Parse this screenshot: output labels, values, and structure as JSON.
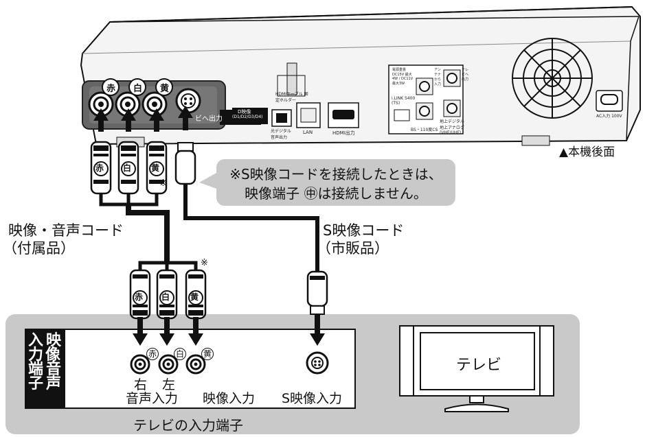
{
  "device": {
    "rear_panel_label": "▲本機後面",
    "port_tags": {
      "red": "赤",
      "white": "白",
      "yellow": "黄"
    },
    "s_video_out_label": "ビへ出力",
    "d_video_label": "D映像",
    "d_video_sub": "(D1/D2/D3/D4)",
    "hdmi_holder_label": "HDMIケーブル 固定ホルダー",
    "optical_label": "光デジタル 音声出力",
    "lan_label": "LAN",
    "hdmi_out_label": "HDMI出力",
    "ilink_label": "i.LINK S400 (TS)",
    "power_label": "電源重畳 DC15V 最大4W / DC11V 最大3W",
    "bs_label": "BS・110度CS",
    "terrestrial_label": "地上デジタル 地上アナログ (VHF/UHF)",
    "antenna_in_label": "アンテナから入力",
    "tv_out_label": "テレビへ出力",
    "ac_label": "AC入力 100V"
  },
  "callout": {
    "line1": "※S映像コードを接続したときは、",
    "line2": "映像端子 ㊥は接続しません。"
  },
  "cables": {
    "av_cord_line1": "映像・音声コード",
    "av_cord_line2": "（付属品）",
    "s_cord_line1": "S映像コード",
    "s_cord_line2": "（市販品）",
    "plug_tags": {
      "red": "赤",
      "white": "白",
      "yellow": "黄"
    },
    "asterisk": "※"
  },
  "tv_panel": {
    "vertical_label_col1": "入力端子",
    "vertical_label_col2": "映像・音声",
    "jack_tags": {
      "red": "赤",
      "white": "白",
      "yellow": "黄"
    },
    "right_label": "右",
    "left_label": "左",
    "audio_in_label": "音声入力",
    "video_in_label": "映像入力",
    "s_video_in_label": "S映像入力",
    "caption": "テレビの入力端子"
  },
  "tv": {
    "screen_label": "テレビ"
  },
  "colors": {
    "panel_gray": "#c9c9c9",
    "cable_black": "#111111",
    "device_light": "#eeeeee"
  }
}
